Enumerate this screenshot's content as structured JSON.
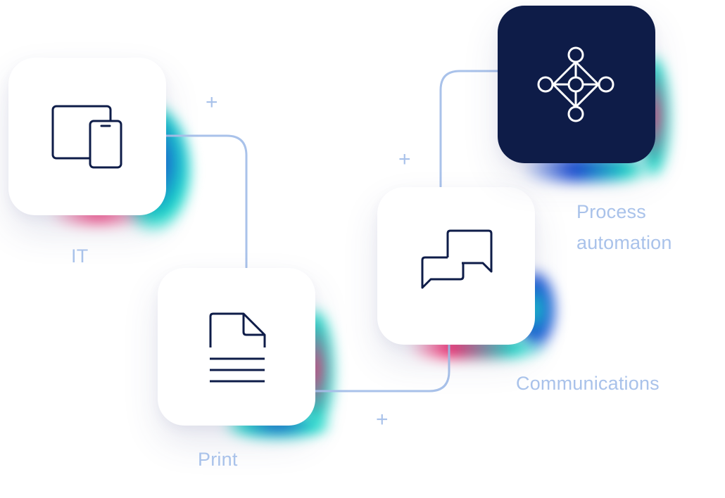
{
  "nodes": [
    {
      "id": "it",
      "label": "IT",
      "icon": "devices-icon"
    },
    {
      "id": "print",
      "label": "Print",
      "icon": "document-icon"
    },
    {
      "id": "communications",
      "label": "Communications",
      "icon": "chat-bubbles-icon"
    },
    {
      "id": "process",
      "label_line1": "Process",
      "label_line2": "automation",
      "icon": "network-nodes-icon"
    }
  ],
  "connector_symbol": "+",
  "colors": {
    "label": "#a9c2ea",
    "connector": "#a9c2ea",
    "icon_stroke": "#0e1c48",
    "dark_tile": "#0e1c48",
    "tile": "#ffffff",
    "accent_pink": "#ff2d6f",
    "accent_teal": "#19e0cc",
    "accent_blue": "#1b4fd8"
  }
}
